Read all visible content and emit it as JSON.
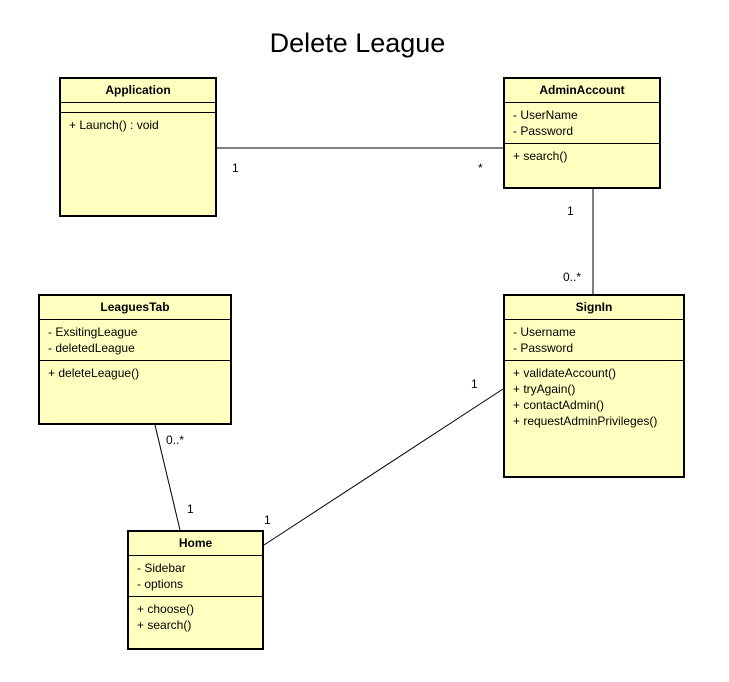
{
  "diagram": {
    "title": "Delete League",
    "classes": {
      "application": {
        "name": "Application",
        "attributes": [],
        "operations": [
          "+ Launch() : void"
        ]
      },
      "admin_account": {
        "name": "AdminAccount",
        "attributes": [
          "- UserName",
          "- Password"
        ],
        "operations": [
          "+ search()"
        ]
      },
      "leagues_tab": {
        "name": "LeaguesTab",
        "attributes": [
          "- ExsitingLeague",
          "- deletedLeague"
        ],
        "operations": [
          "+ deleteLeague()"
        ]
      },
      "sign_in": {
        "name": "SignIn",
        "attributes": [
          "- Username",
          "- Password"
        ],
        "operations": [
          "+ validateAccount()",
          "+ tryAgain()",
          "+ contactAdmin()",
          "+ requestAdminPrivileges()"
        ]
      },
      "home": {
        "name": "Home",
        "attributes": [
          "- Sidebar",
          "- options"
        ],
        "operations": [
          "+ choose()",
          "+ search()"
        ]
      }
    },
    "associations": [
      {
        "from": "Application",
        "to": "AdminAccount",
        "from_mult": "1",
        "to_mult": "*"
      },
      {
        "from": "AdminAccount",
        "to": "SignIn",
        "from_mult": "1",
        "to_mult": "0..*"
      },
      {
        "from": "LeaguesTab",
        "to": "Home",
        "from_mult": "0..*",
        "to_mult": "1"
      },
      {
        "from": "Home",
        "to": "SignIn",
        "from_mult": "1",
        "to_mult": "1"
      }
    ]
  }
}
